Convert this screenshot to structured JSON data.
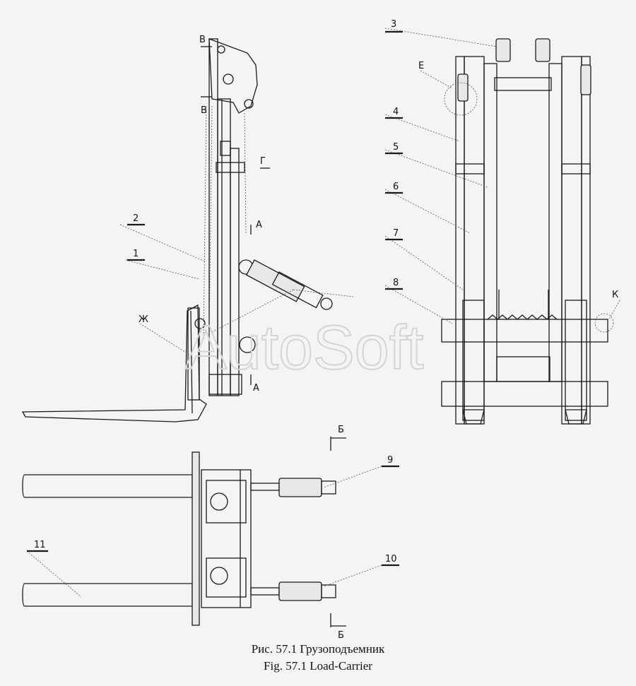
{
  "callouts": {
    "n1": "1",
    "n2": "2",
    "n3": "3",
    "n4": "4",
    "n5": "5",
    "n6": "6",
    "n7": "7",
    "n8": "8",
    "n9": "9",
    "n10": "10",
    "n11": "11"
  },
  "section_marks": {
    "v_top": "В",
    "v_bottom": "В",
    "g": "Г",
    "a_top": "А",
    "a_bottom": "А",
    "zh": "Ж",
    "e": "Е",
    "k": "К",
    "b_top": "Б",
    "b_bottom": "Б"
  },
  "watermark": "AutoSoft",
  "caption": {
    "ru": "Рис. 57.1 Грузоподъемник",
    "en": "Fig. 57.1 Load-Carrier"
  }
}
